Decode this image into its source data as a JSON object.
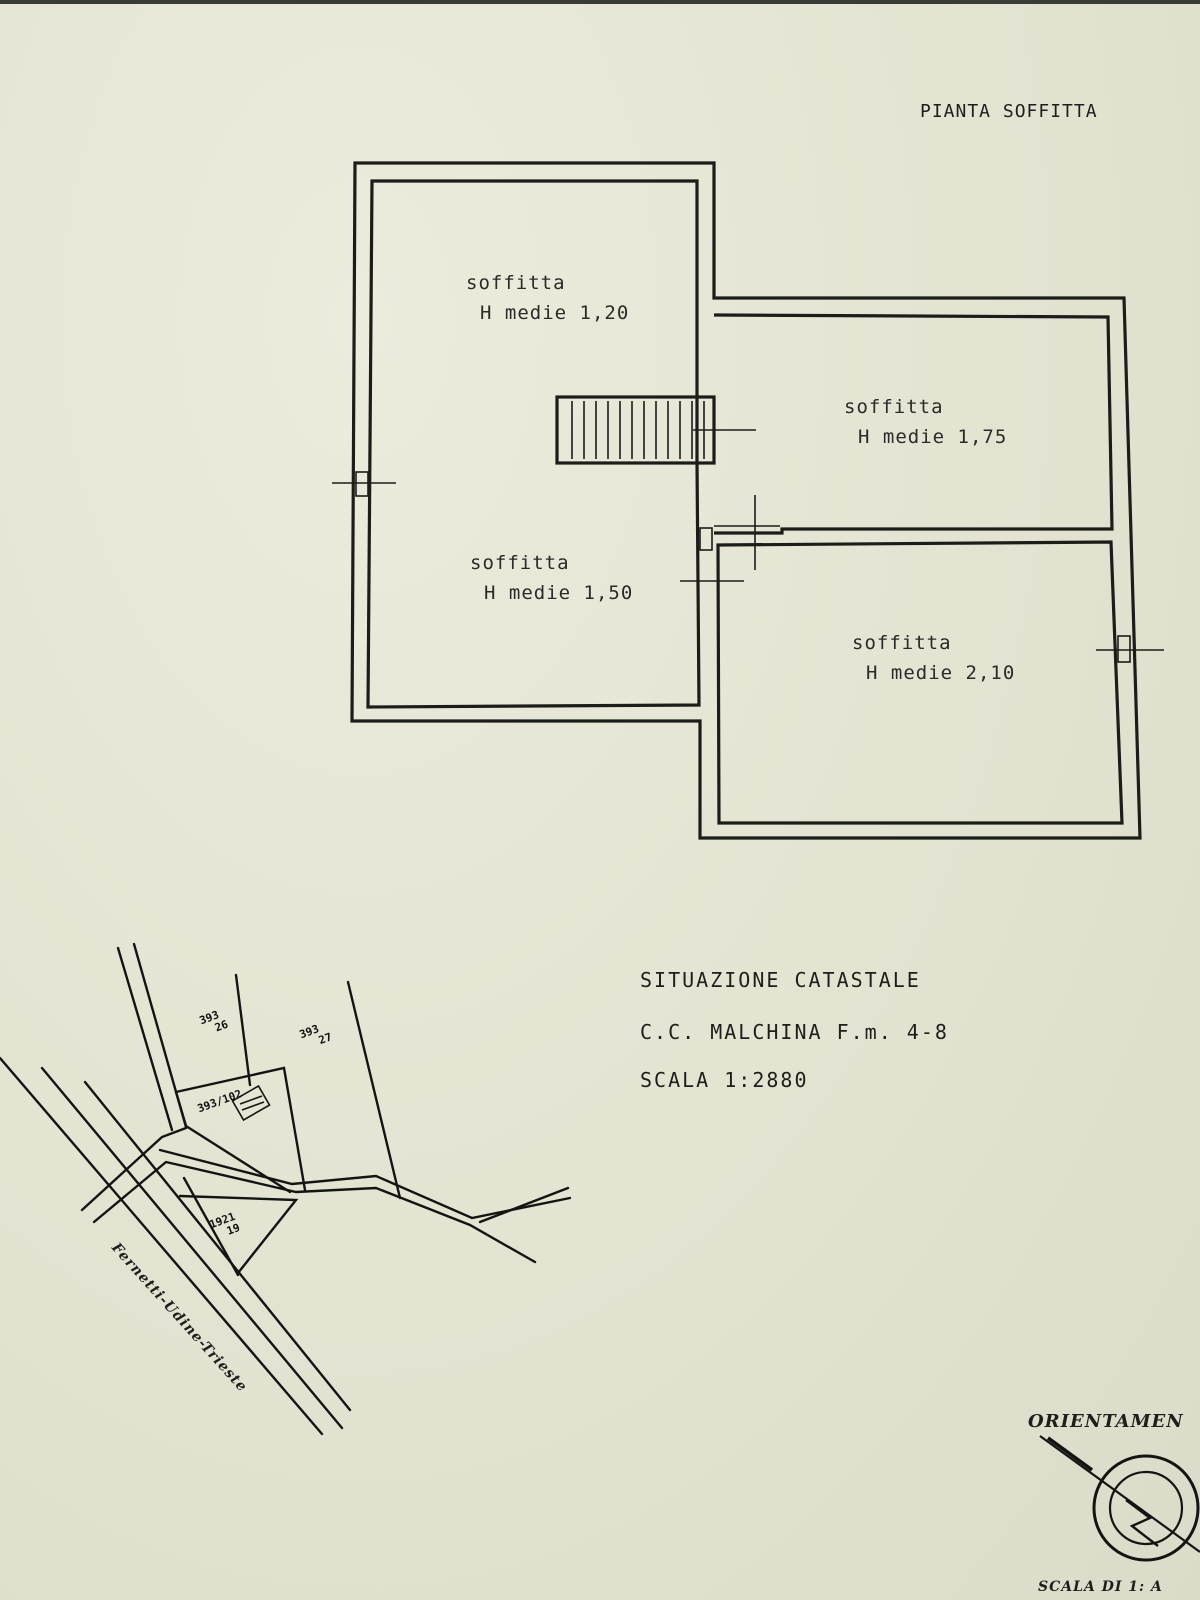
{
  "plan": {
    "title": "PIANTA SOFFITTA",
    "rooms": [
      {
        "name": "soffitta",
        "height": "H medie 1,20"
      },
      {
        "name": "soffitta",
        "height": "H medie 1,75"
      },
      {
        "name": "soffitta",
        "height": "H medie 1,50"
      },
      {
        "name": "soffitta",
        "height": "H medie 2,10"
      }
    ]
  },
  "cadastre": {
    "line1": "SITUAZIONE CATASTALE",
    "line2": "C.C. MALCHINA F.m. 4-8",
    "line3": "SCALA 1:2880",
    "parcels": [
      {
        "num": "393",
        "sub": "26"
      },
      {
        "num": "393",
        "sub": "27"
      },
      {
        "num": "393",
        "sub": "102"
      },
      {
        "num": "1921",
        "sub": "19"
      }
    ],
    "road": "Fernetti-Udine-Trieste"
  },
  "orientation": {
    "label": "ORIENTAMEN",
    "scale_label": "SCALA DI 1: A"
  }
}
